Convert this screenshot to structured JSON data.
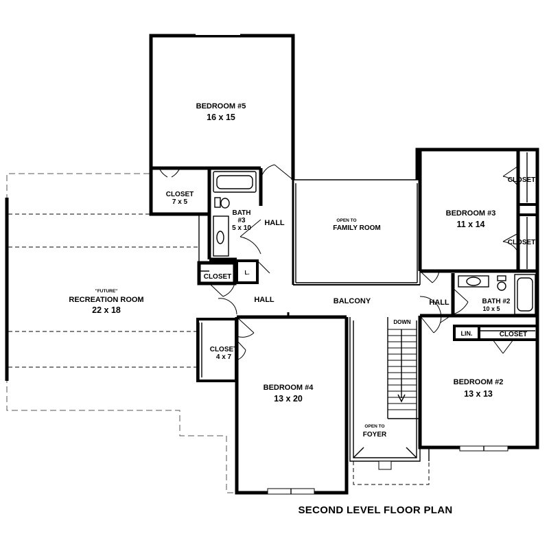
{
  "title": "SECOND LEVEL FLOOR PLAN",
  "rooms": {
    "bedroom5": {
      "name": "BEDROOM #5",
      "size": "16 x 15"
    },
    "closet5": {
      "name": "CLOSET",
      "size": "7 x 5"
    },
    "bath3": {
      "name": "BATH",
      "name2": "#3",
      "size": "5 x 10"
    },
    "hall_upper": "HALL",
    "open_family": {
      "line1": "OPEN TO",
      "line2": "FAMILY ROOM"
    },
    "bedroom3": {
      "name": "BEDROOM #3",
      "size": "11 x 14"
    },
    "closet3a": "CLOSET",
    "closet3b": "CLOSET",
    "recreation": {
      "future": "\"FUTURE\"",
      "name": "RECREATION ROOM",
      "size": "22 x 18"
    },
    "closet_hall": "CLOSET",
    "linen_small": "L.",
    "hall_left": "HALL",
    "balcony": "BALCONY",
    "hall_right": "HALL",
    "bath2": {
      "name": "BATH #2",
      "size": "10 x 5"
    },
    "linen": "LIN.",
    "closet2": "CLOSET",
    "closet4": {
      "name": "CLOSET",
      "size": "4 x 7"
    },
    "bedroom4": {
      "name": "BEDROOM #4",
      "size": "13 x 20"
    },
    "stairs_down": "DOWN",
    "open_foyer": {
      "line1": "OPEN TO",
      "line2": "FOYER"
    },
    "bedroom2": {
      "name": "BEDROOM #2",
      "size": "13 x 13"
    }
  }
}
